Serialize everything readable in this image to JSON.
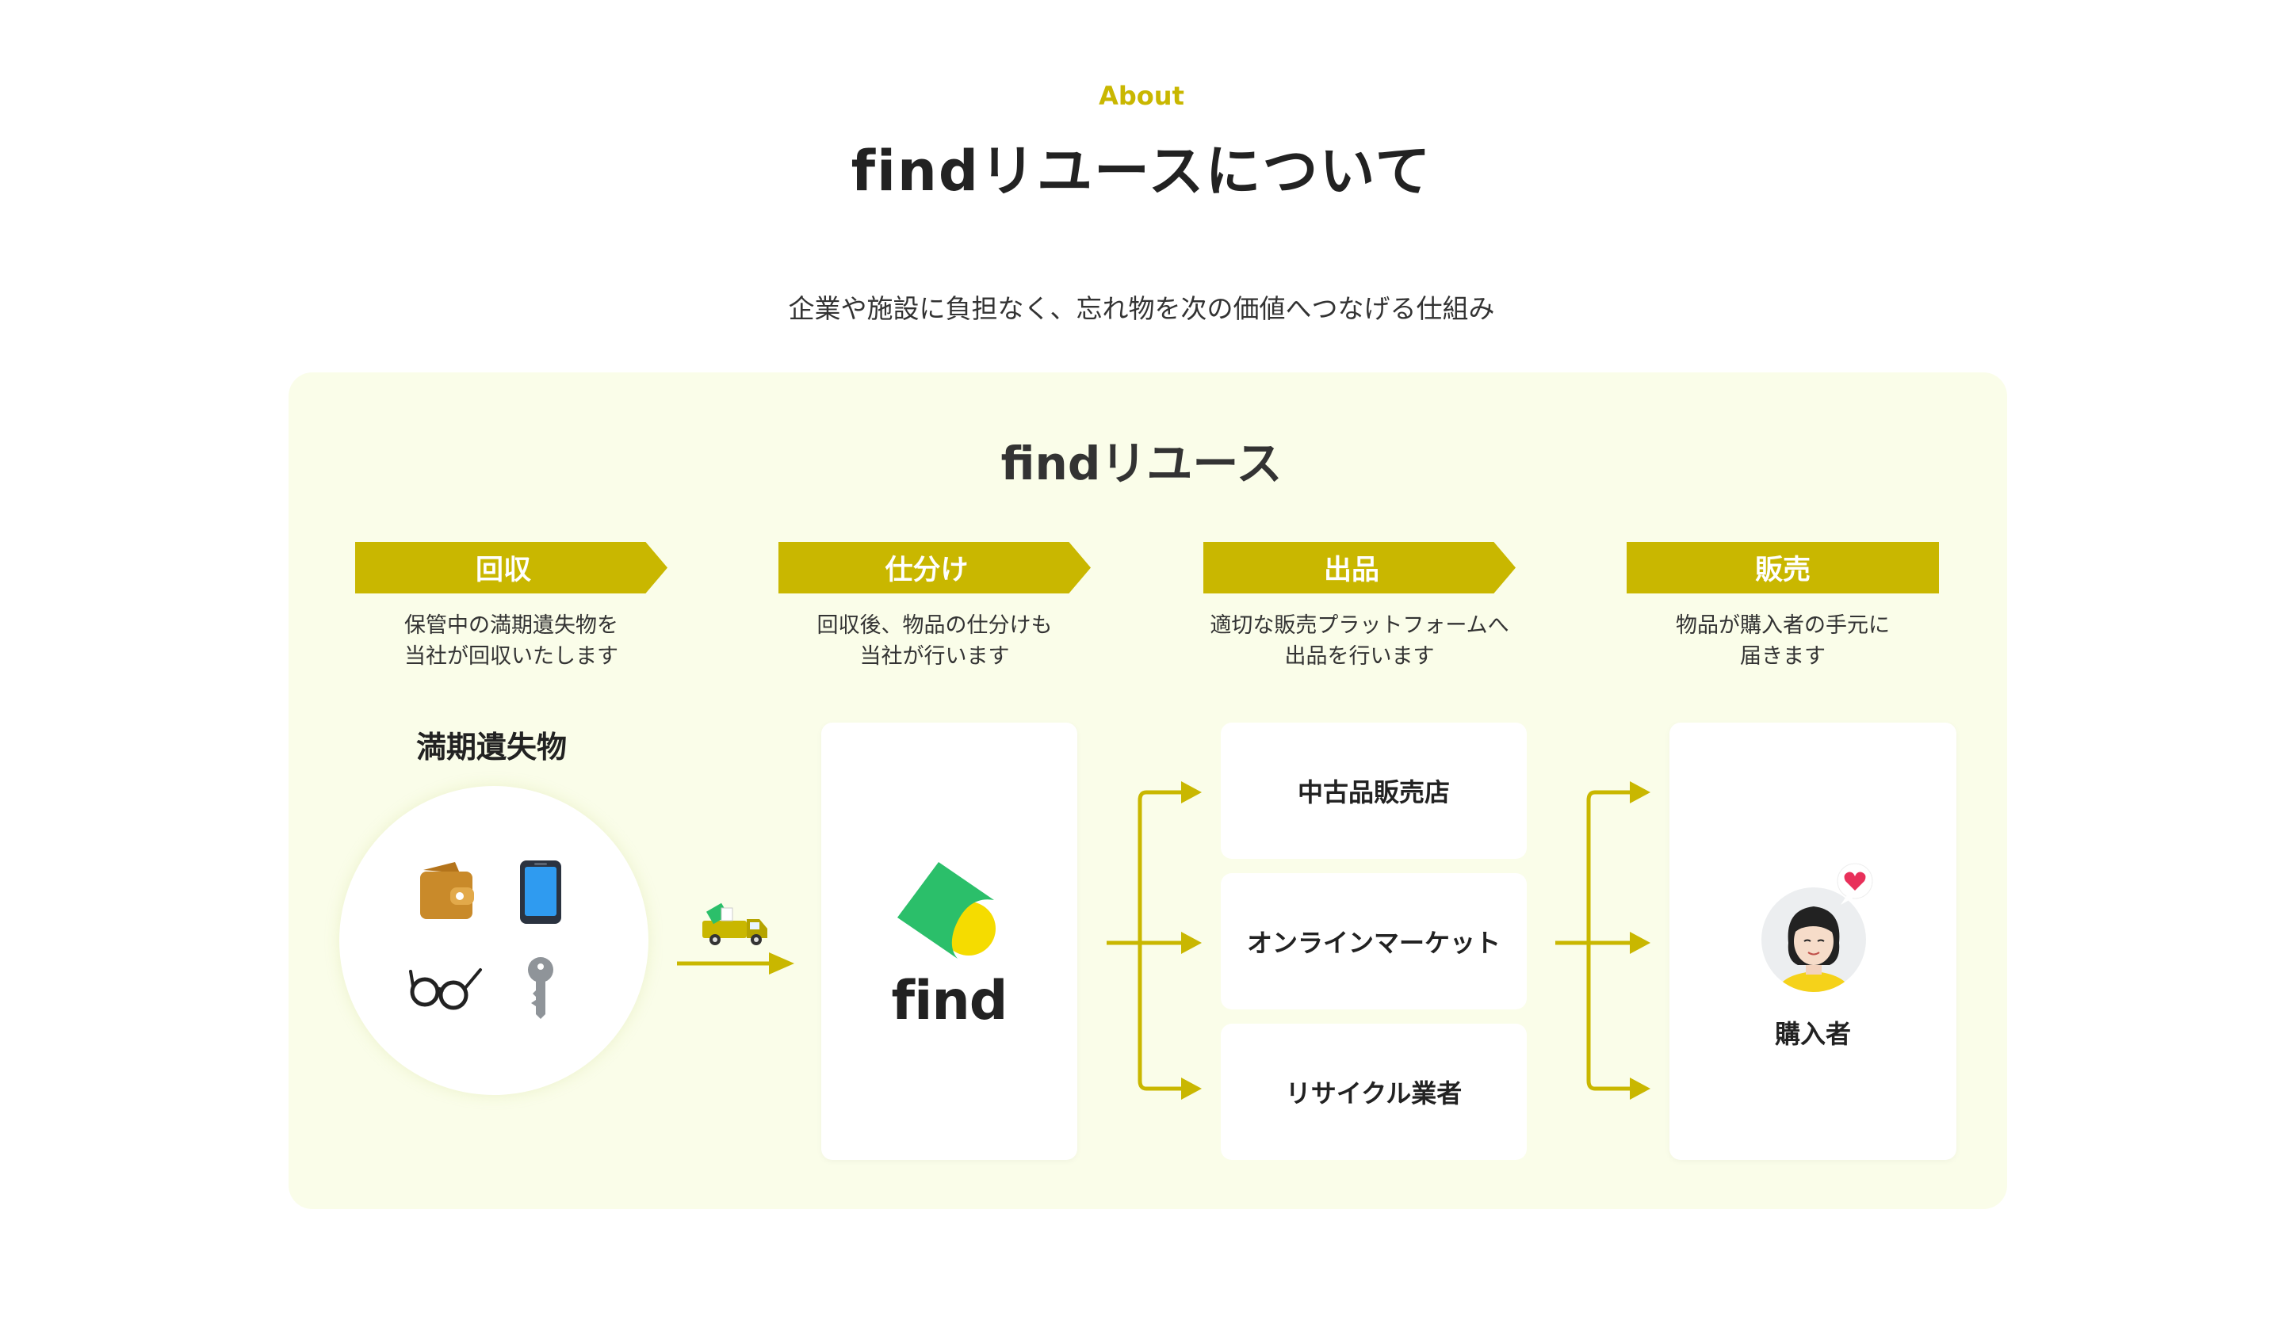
{
  "header": {
    "eyebrow": "About",
    "title": "findリユースについて",
    "lead": "企業や施設に負担なく、忘れ物を次の価値へつなげる仕組み"
  },
  "panel": {
    "title": "findリユース",
    "steps": [
      {
        "label": "回収",
        "desc_lines": [
          "保管中の満期遺失物を",
          "当社が回収いたします"
        ]
      },
      {
        "label": "仕分け",
        "desc_lines": [
          "回収後、物品の仕分けも",
          "当社が行います"
        ]
      },
      {
        "label": "出品",
        "desc_lines": [
          "適切な販売プラットフォームへ",
          "出品を行います"
        ]
      },
      {
        "label": "販売",
        "desc_lines": [
          "物品が購入者の手元に",
          "届きます"
        ]
      }
    ],
    "items_heading": "満期遺失物",
    "item_icons": [
      "wallet-icon",
      "smartphone-icon",
      "glasses-icon",
      "key-icon",
      "truck-icon"
    ],
    "find_logo_text": "find",
    "outlets": [
      "中古品販売店",
      "オンラインマーケット",
      "リサイクル業者"
    ],
    "buyer_label": "購入者",
    "colors": {
      "accent": "#c9b700",
      "panel_bg": "#fafde9",
      "logo_green": "#2bbf6a",
      "logo_yellow": "#f5dc00",
      "heart": "#e8305a"
    }
  }
}
